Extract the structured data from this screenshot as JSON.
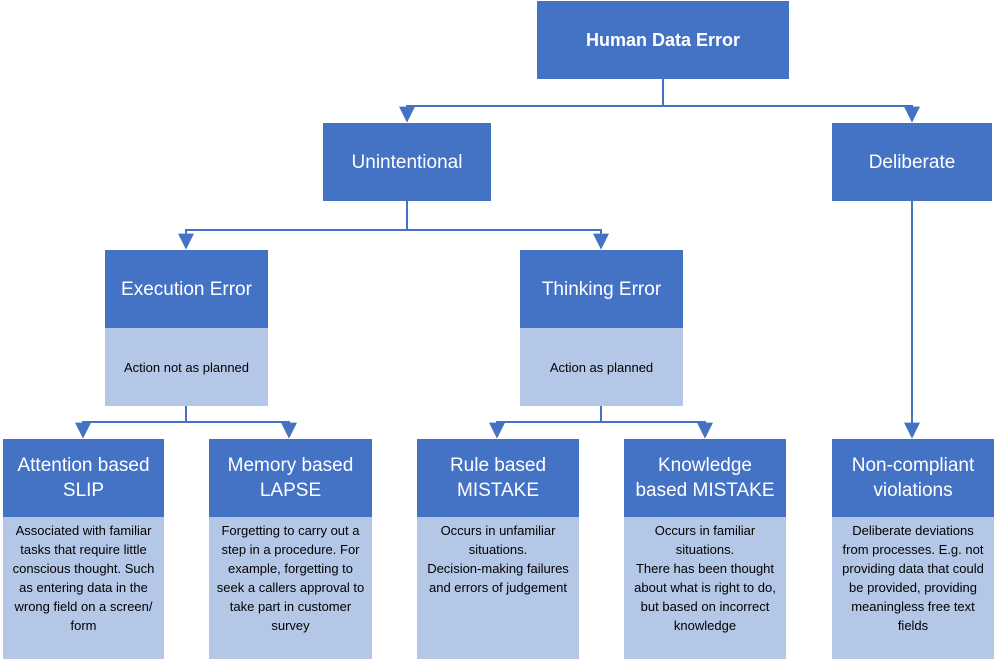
{
  "root": {
    "title": "Human Data Error"
  },
  "unintentional": {
    "title": "Unintentional"
  },
  "deliberate": {
    "title": "Deliberate"
  },
  "execution": {
    "title": "Execution Error",
    "desc": "Action not as planned"
  },
  "thinking": {
    "title": "Thinking Error",
    "desc": "Action as planned"
  },
  "slip": {
    "title_lines": [
      "Attention based",
      "SLIP"
    ],
    "desc": "Associated with familiar tasks that require little conscious thought. Such as entering data in the wrong field on a screen/ form"
  },
  "lapse": {
    "title_lines": [
      "Memory based",
      "LAPSE"
    ],
    "desc": "Forgetting to carry out a step in a procedure. For example, forgetting to seek a callers approval to take part in customer survey"
  },
  "rule": {
    "title_lines": [
      "Rule based",
      "MISTAKE"
    ],
    "desc_lines": [
      "Occurs in unfamiliar situations.",
      "Decision-making failures and errors of judgement"
    ]
  },
  "knowledge": {
    "title_lines": [
      "Knowledge",
      "based MISTAKE"
    ],
    "desc_lines": [
      "Occurs in familiar situations.",
      "There has been thought about what is right to do, but based on incorrect knowledge"
    ]
  },
  "violation": {
    "title_lines": [
      "Non-compliant",
      "violations"
    ],
    "desc": "Deliberate deviations from processes. E.g. not providing data that could be provided, providing meaningless free text fields"
  },
  "colors": {
    "header": "#4472C4",
    "subbox": "#B4C7E7",
    "line": "#4472C4"
  }
}
